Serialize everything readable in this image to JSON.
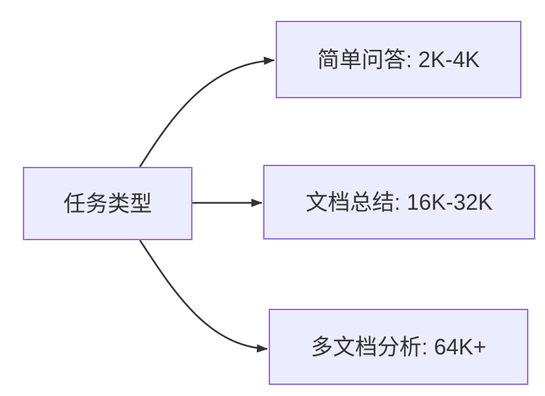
{
  "diagram": {
    "type": "flowchart",
    "direction": "LR",
    "colors": {
      "background": "#ffffff",
      "node_fill": "#ECECFF",
      "node_border": "#9370DB",
      "edge": "#333333",
      "text": "#333333"
    },
    "nodes": [
      {
        "id": "task-type",
        "label": "任务类型"
      },
      {
        "id": "simple-qa",
        "label": "简单问答: 2K-4K"
      },
      {
        "id": "doc-summary",
        "label": "文档总结: 16K-32K"
      },
      {
        "id": "multi-doc-analysis",
        "label": "多文档分析: 64K+"
      }
    ],
    "edges": [
      {
        "from": "task-type",
        "to": "simple-qa",
        "arrow": "filled-triangle"
      },
      {
        "from": "task-type",
        "to": "doc-summary",
        "arrow": "filled-triangle"
      },
      {
        "from": "task-type",
        "to": "multi-doc-analysis",
        "arrow": "filled-triangle"
      }
    ]
  }
}
